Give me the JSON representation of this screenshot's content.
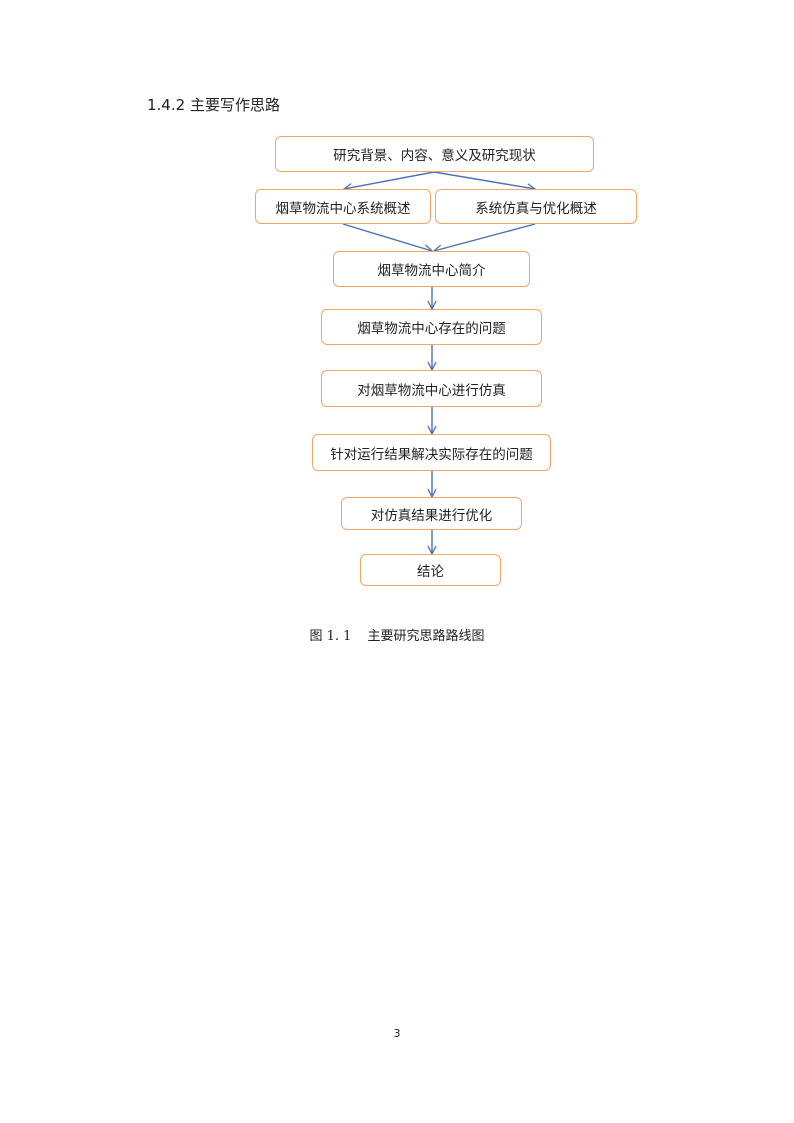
{
  "section": {
    "number": "1.4.2",
    "title": "主要写作思路"
  },
  "flowchart": {
    "nodes": {
      "n1": "研究背景、内容、意义及研究现状",
      "n2": "烟草物流中心系统概述",
      "n3": "系统仿真与优化概述",
      "n4": "烟草物流中心简介",
      "n5": "烟草物流中心存在的问题",
      "n6": "对烟草物流中心进行仿真",
      "n7": "针对运行结果解决实际存在的问题",
      "n8": "对仿真结果进行优化",
      "n9": "结论"
    },
    "colors": {
      "box_border": "#f2a766",
      "arrow": "#4a72b8"
    }
  },
  "caption": {
    "label": "图 1. 1",
    "text": "主要研究思路路线图"
  },
  "page_number": "3"
}
